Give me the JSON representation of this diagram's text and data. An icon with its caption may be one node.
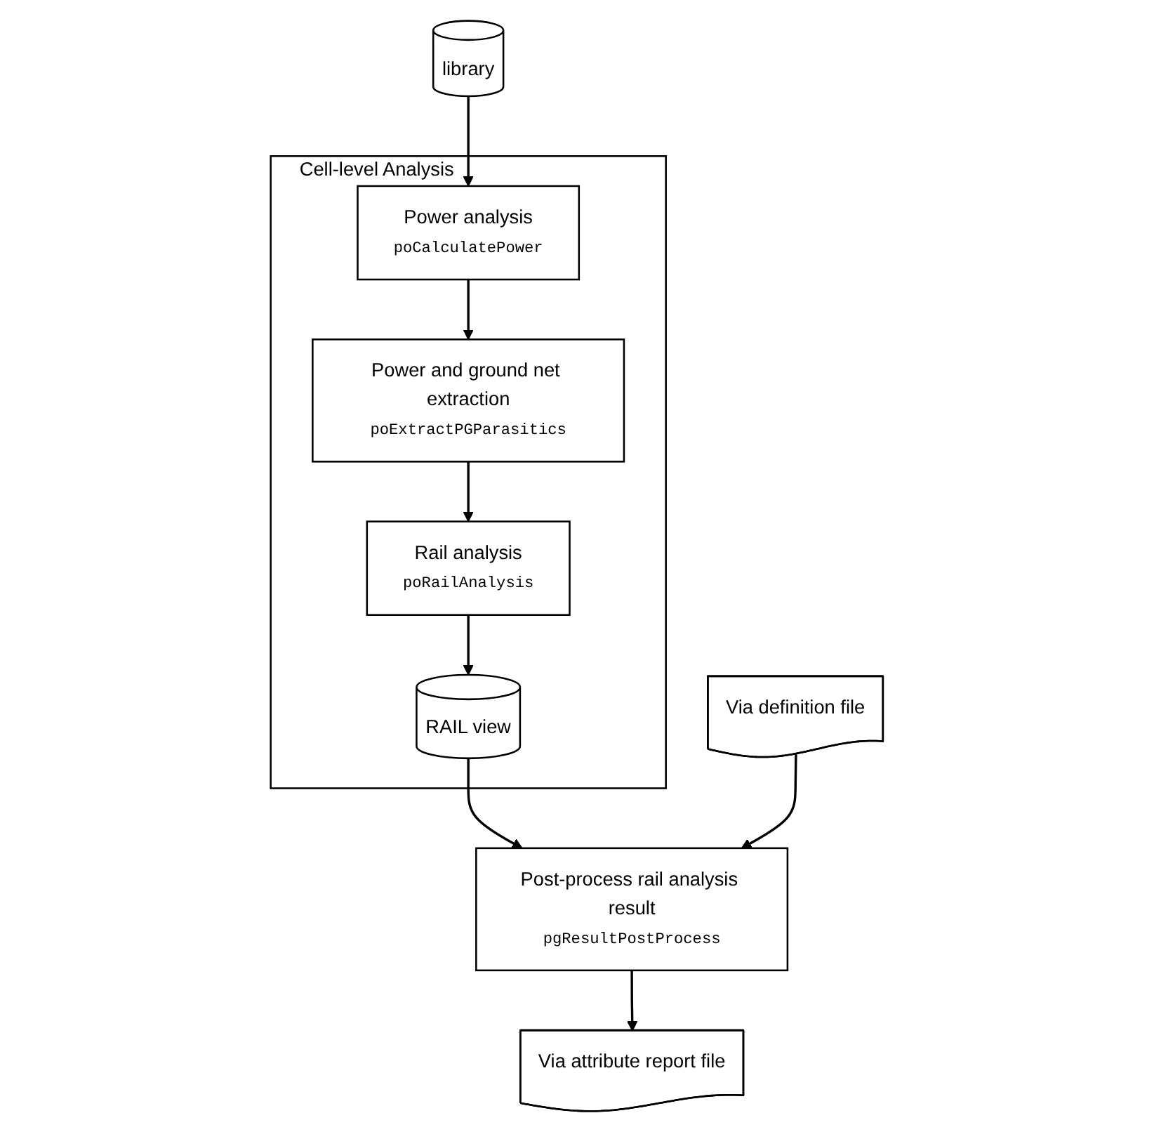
{
  "diagram": {
    "nodes": [
      {
        "text": [
          "Cell-level Analysis"
        ]
      },
      {
        "text": [
          "Power analysis",
          "poCalculatePower"
        ],
        "in": 0
      },
      {
        "text": [
          "Power and ground net extraction",
          "poExtractPGParasitics"
        ],
        "in": 0
      },
      {
        "text": [
          "Rail analysis",
          "poRailAnalysis"
        ],
        "in": 0
      },
      {
        "text": [
          "RAIL view"
        ],
        "in": 0
      },
      {
        "text": [
          "library"
        ]
      },
      {
        "text": [
          "Via definition file"
        ]
      },
      {
        "text": [
          "Post-process rail analysis result",
          "pgResultPostProcess"
        ]
      },
      {
        "text": [
          "Via attribute report file"
        ]
      }
    ],
    "edges": [
      {
        "from": 5,
        "to": 1,
        "arrow": "to"
      },
      {
        "from": 1,
        "to": 2,
        "arrow": "to"
      },
      {
        "from": 2,
        "to": 3,
        "arrow": "to"
      },
      {
        "from": 3,
        "to": 4,
        "arrow": "to"
      },
      {
        "from": 4,
        "to": 7,
        "arrow": "to"
      },
      {
        "from": 6,
        "to": 7,
        "arrow": "to"
      },
      {
        "from": 7,
        "to": 8,
        "arrow": "to"
      }
    ]
  }
}
